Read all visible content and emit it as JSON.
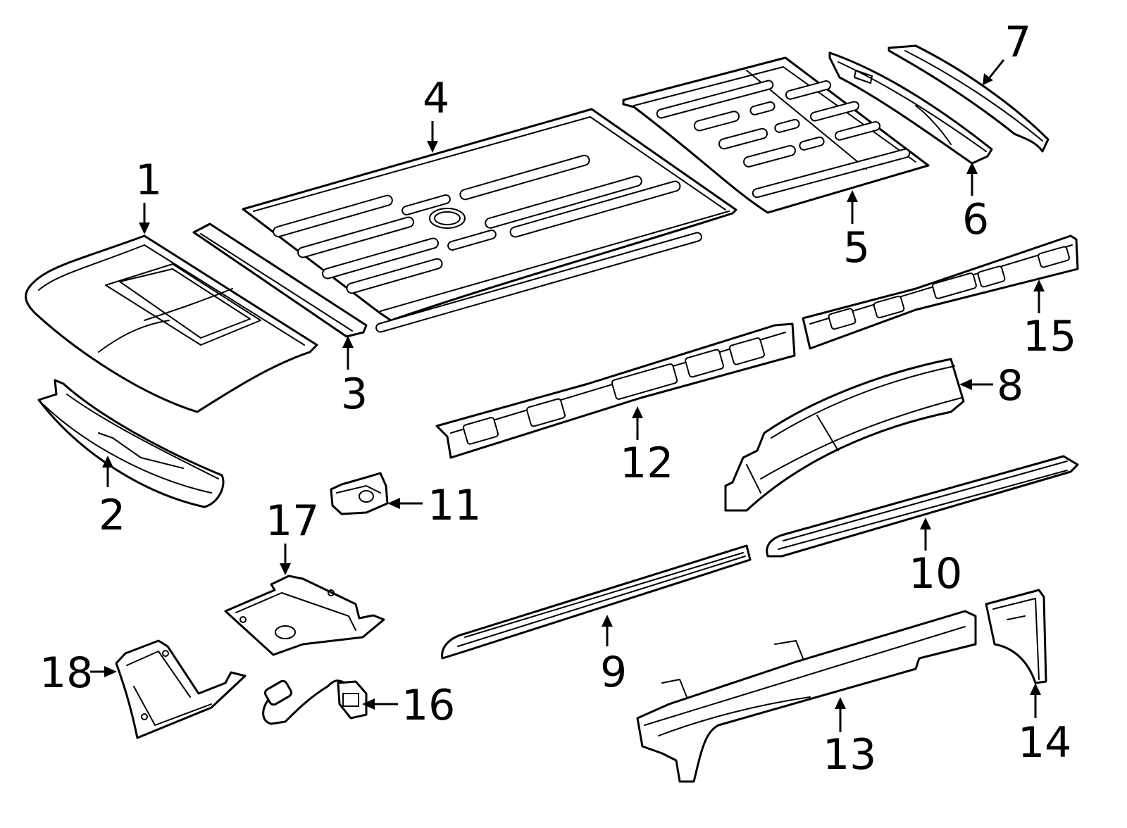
{
  "callouts": [
    {
      "number": "1"
    },
    {
      "number": "2"
    },
    {
      "number": "3"
    },
    {
      "number": "4"
    },
    {
      "number": "5"
    },
    {
      "number": "6"
    },
    {
      "number": "7"
    },
    {
      "number": "8"
    },
    {
      "number": "9"
    },
    {
      "number": "10"
    },
    {
      "number": "11"
    },
    {
      "number": "12"
    },
    {
      "number": "13"
    },
    {
      "number": "14"
    },
    {
      "number": "15"
    },
    {
      "number": "16"
    },
    {
      "number": "17"
    },
    {
      "number": "18"
    }
  ],
  "colors": {
    "line": "#000000",
    "background": "#ffffff"
  }
}
